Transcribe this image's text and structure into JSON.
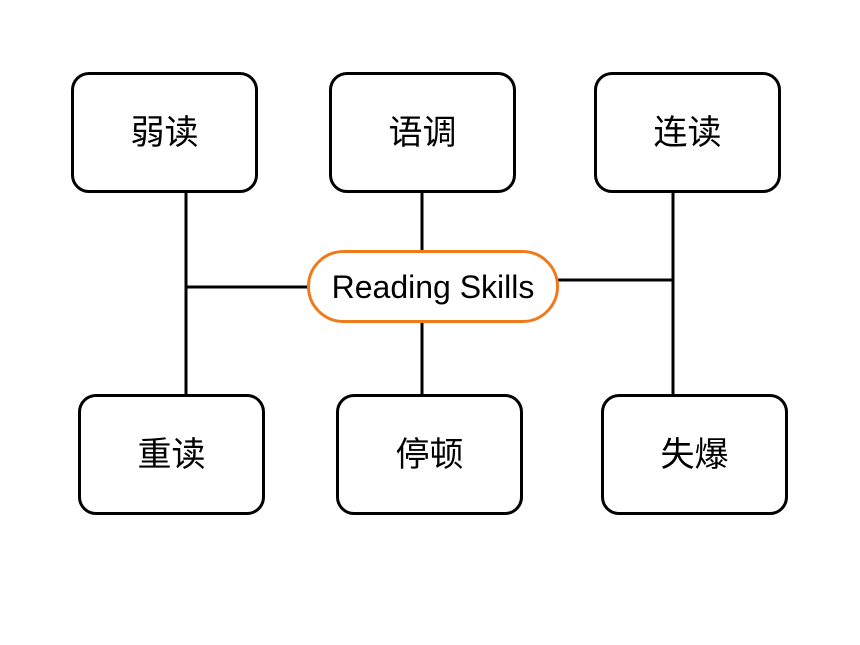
{
  "center": {
    "label": "Reading Skills",
    "border_color": "#ee7a1a"
  },
  "nodes": {
    "top_left": "弱读",
    "top_middle": "语调",
    "top_right": "连读",
    "bottom_left": "重读",
    "bottom_middle": "停顿",
    "bottom_right": "失爆"
  }
}
